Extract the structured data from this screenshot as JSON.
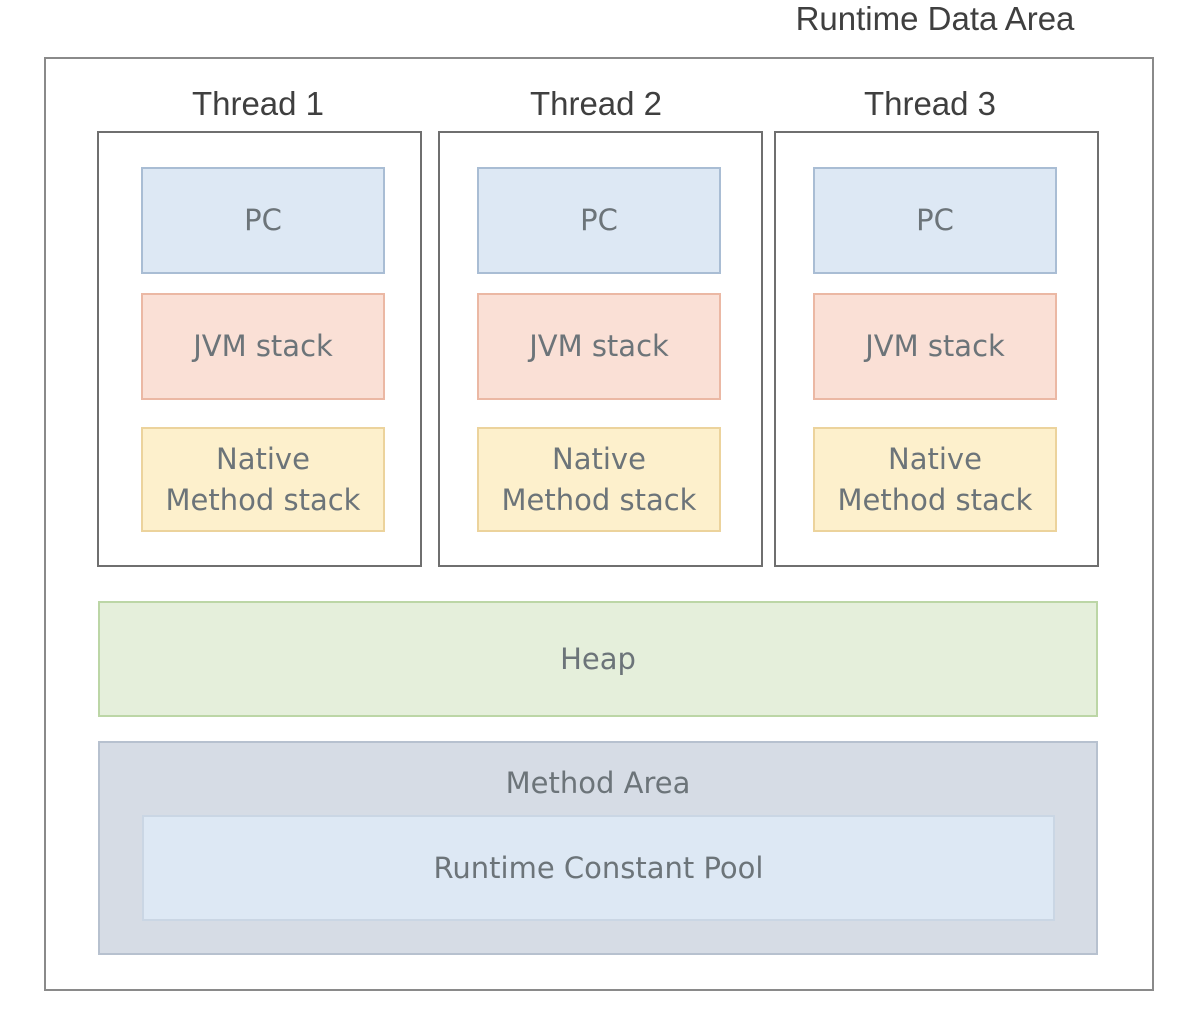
{
  "diagram": {
    "title": "Runtime Data Area",
    "threads": [
      {
        "label": "Thread 1",
        "pc": "PC",
        "jvm_stack": "JVM stack",
        "native_line1": "Native",
        "native_line2": "Method stack"
      },
      {
        "label": "Thread 2",
        "pc": "PC",
        "jvm_stack": "JVM stack",
        "native_line1": "Native",
        "native_line2": "Method stack"
      },
      {
        "label": "Thread 3",
        "pc": "PC",
        "jvm_stack": "JVM stack",
        "native_line1": "Native",
        "native_line2": "Method stack"
      }
    ],
    "heap": "Heap",
    "method_area": {
      "label": "Method Area",
      "runtime_constant_pool": "Runtime Constant Pool"
    },
    "colors": {
      "pc_fill": "#dde8f4",
      "jvm_stack_fill": "#fae0d6",
      "native_stack_fill": "#fdf0cc",
      "heap_fill": "#e5efdb",
      "method_area_fill": "#d6dce5",
      "runtime_constant_pool_fill": "#dde8f4"
    }
  }
}
